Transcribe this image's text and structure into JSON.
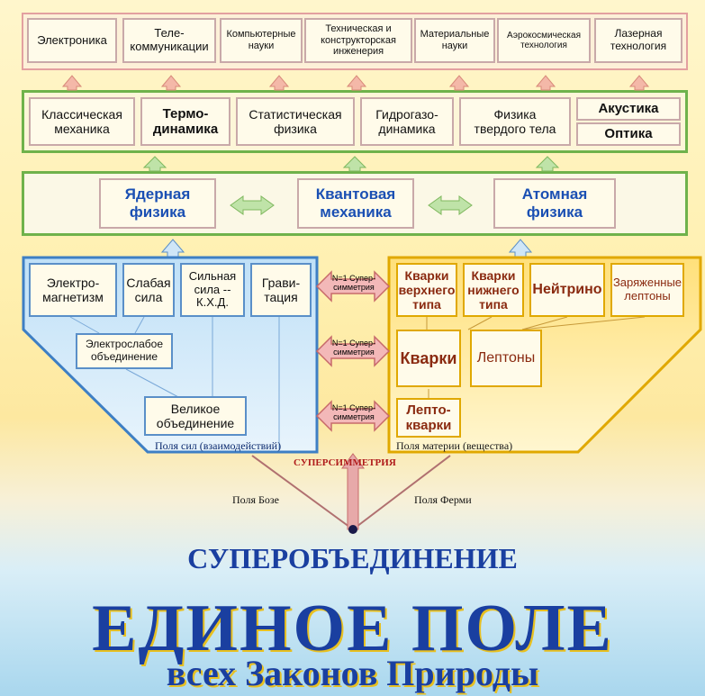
{
  "applications": [
    "Электроника",
    "Теле-\nкоммуникации",
    "Компьютерные\nнауки",
    "Техническая и\nконструкторская\nинженерия",
    "Материальные\nнауки",
    "Аэрокосмическая\nтехнология",
    "Лазерная\nтехнология"
  ],
  "physics": [
    "Классическая\nмеханика",
    "Термо-\nдинамика",
    "Статистическая\nфизика",
    "Гидрогазо-\nдинамика",
    "Физика\nтвердого тела",
    "Акустика",
    "Оптика"
  ],
  "core": [
    "Ядерная\nфизика",
    "Квантовая\nмеханика",
    "Атомная\nфизика"
  ],
  "forces": {
    "items": [
      "Электро-\nмагнетизм",
      "Слабая\nсила",
      "Сильная\nсила --\nК.Х.Д.",
      "Грави-\nтация"
    ],
    "electroweak": "Электрослабое\nобъединение",
    "grand": "Великое\nобъединение",
    "caption": "Поля сил (взаимодействий)"
  },
  "matter": {
    "items": [
      "Кварки\nверхнего\nтипа",
      "Кварки\nнижнего\nтипа",
      "Нейтрино",
      "Заряженные\nлептоны"
    ],
    "quarks": "Кварки",
    "leptons": "Лептоны",
    "leptoquarks": "Лепто-\nкварки",
    "caption": "Поля материи (вещества)"
  },
  "susy_links": [
    "N=1 Супер-\nсимметрия",
    "N=1 Супер-\nсимметрия",
    "N=1 Супер-\nсимметрия"
  ],
  "supersymmetry": "СУПЕРСИММЕТРИЯ",
  "bose": "Поля Бозе",
  "fermi": "Поля Ферми",
  "superunification": "СУПЕРОБЪЕДИНЕНИЕ",
  "title": "ЕДИНОЕ ПОЛЕ",
  "subtitle": "всех Законов Природы"
}
